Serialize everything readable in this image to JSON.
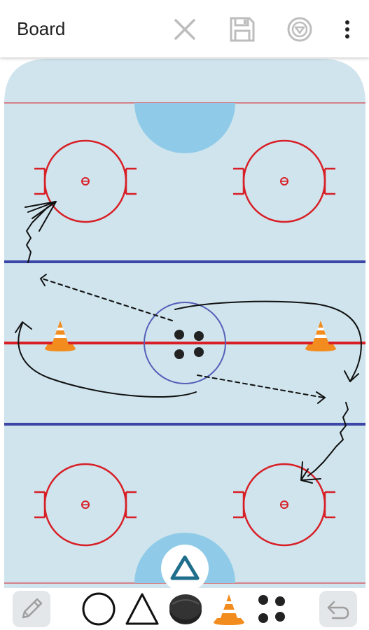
{
  "appbar": {
    "title": "Board",
    "actions": [
      {
        "name": "close",
        "icon": "close-icon"
      },
      {
        "name": "save",
        "icon": "save-icon"
      },
      {
        "name": "filter",
        "icon": "filter-circle-icon"
      },
      {
        "name": "more",
        "icon": "more-vert-icon"
      }
    ]
  },
  "colors": {
    "ice": "#cfe4ed",
    "crease": "#8fcbe8",
    "red": "#d81f26",
    "blue": "#3b46a6",
    "cone": "#f28c1e",
    "accent": "#1f6e8c"
  },
  "toolbar": {
    "tools": [
      {
        "name": "pencil",
        "icon": "pencil-icon"
      },
      {
        "name": "circle",
        "icon": "circle-icon"
      },
      {
        "name": "triangle",
        "icon": "triangle-icon"
      },
      {
        "name": "puck",
        "icon": "puck-icon"
      },
      {
        "name": "cone",
        "icon": "cone-icon"
      },
      {
        "name": "pucks",
        "icon": "pucks-group-icon"
      },
      {
        "name": "undo",
        "icon": "undo-icon"
      }
    ]
  }
}
